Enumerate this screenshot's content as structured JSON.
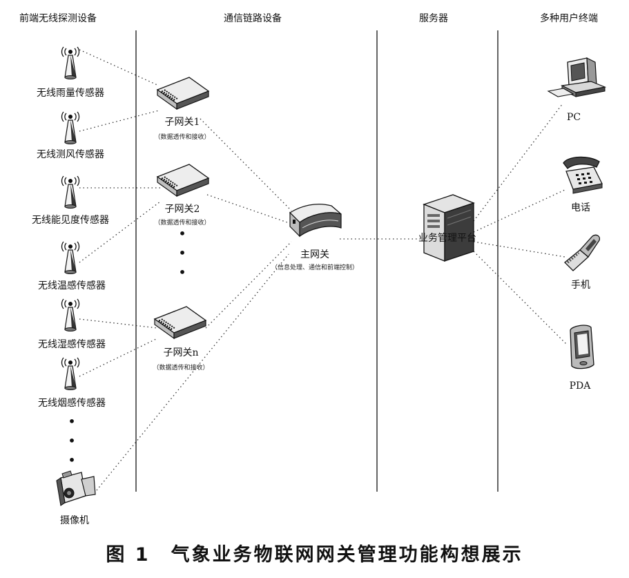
{
  "columns": {
    "frontend": "前端无线探测设备",
    "link": "通信链路设备",
    "server": "服务器",
    "terminals": "多种用户终端"
  },
  "sensors": [
    {
      "label": "无线雨量传感器",
      "icon": "antenna-icon"
    },
    {
      "label": "无线测风传感器",
      "icon": "antenna-icon"
    },
    {
      "label": "无线能见度传感器",
      "icon": "antenna-icon"
    },
    {
      "label": "无线温感传感器",
      "icon": "antenna-icon"
    },
    {
      "label": "无线湿感传感器",
      "icon": "antenna-icon"
    },
    {
      "label": "无线烟感传感器",
      "icon": "antenna-icon"
    }
  ],
  "camera": {
    "label": "摄像机",
    "icon": "camcorder-icon"
  },
  "subgateways": [
    {
      "label": "子网关1",
      "note": "（数据透传和接收）"
    },
    {
      "label": "子网关2",
      "note": "（数据透传和接收）"
    },
    {
      "label": "子网关n",
      "note": "（数据透传和接收）"
    }
  ],
  "main_gateway": {
    "label": "主网关",
    "note": "（信息处理、通信和前端控制）"
  },
  "server": {
    "label": "业务管理平台",
    "icon": "server-tower-icon"
  },
  "terminals": [
    {
      "label": "PC",
      "icon": "desktop-computer-icon"
    },
    {
      "label": "电话",
      "icon": "telephone-icon"
    },
    {
      "label": "手机",
      "icon": "flip-phone-icon"
    },
    {
      "label": "PDA",
      "icon": "pda-icon"
    }
  ],
  "ellipsis": "•",
  "caption": "图 1　气象业务物联网网关管理功能构想展示"
}
